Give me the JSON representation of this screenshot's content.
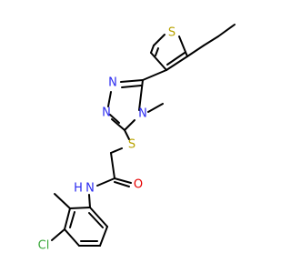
{
  "colors": {
    "carbon_bond": "#000000",
    "nitrogen": "#2a2af0",
    "oxygen": "#e60000",
    "sulfur": "#b8a200",
    "chlorine": "#3aa83a",
    "background": "#ffffff"
  },
  "atoms": {
    "s_thiophene": "S",
    "n_triazole_1": "N",
    "n_triazole_2": "N",
    "n_triazole_methyl": "N",
    "s_thioether": "S",
    "o_carbonyl": "O",
    "n_amide": "N",
    "h_amide": "H",
    "cl": "Cl"
  }
}
